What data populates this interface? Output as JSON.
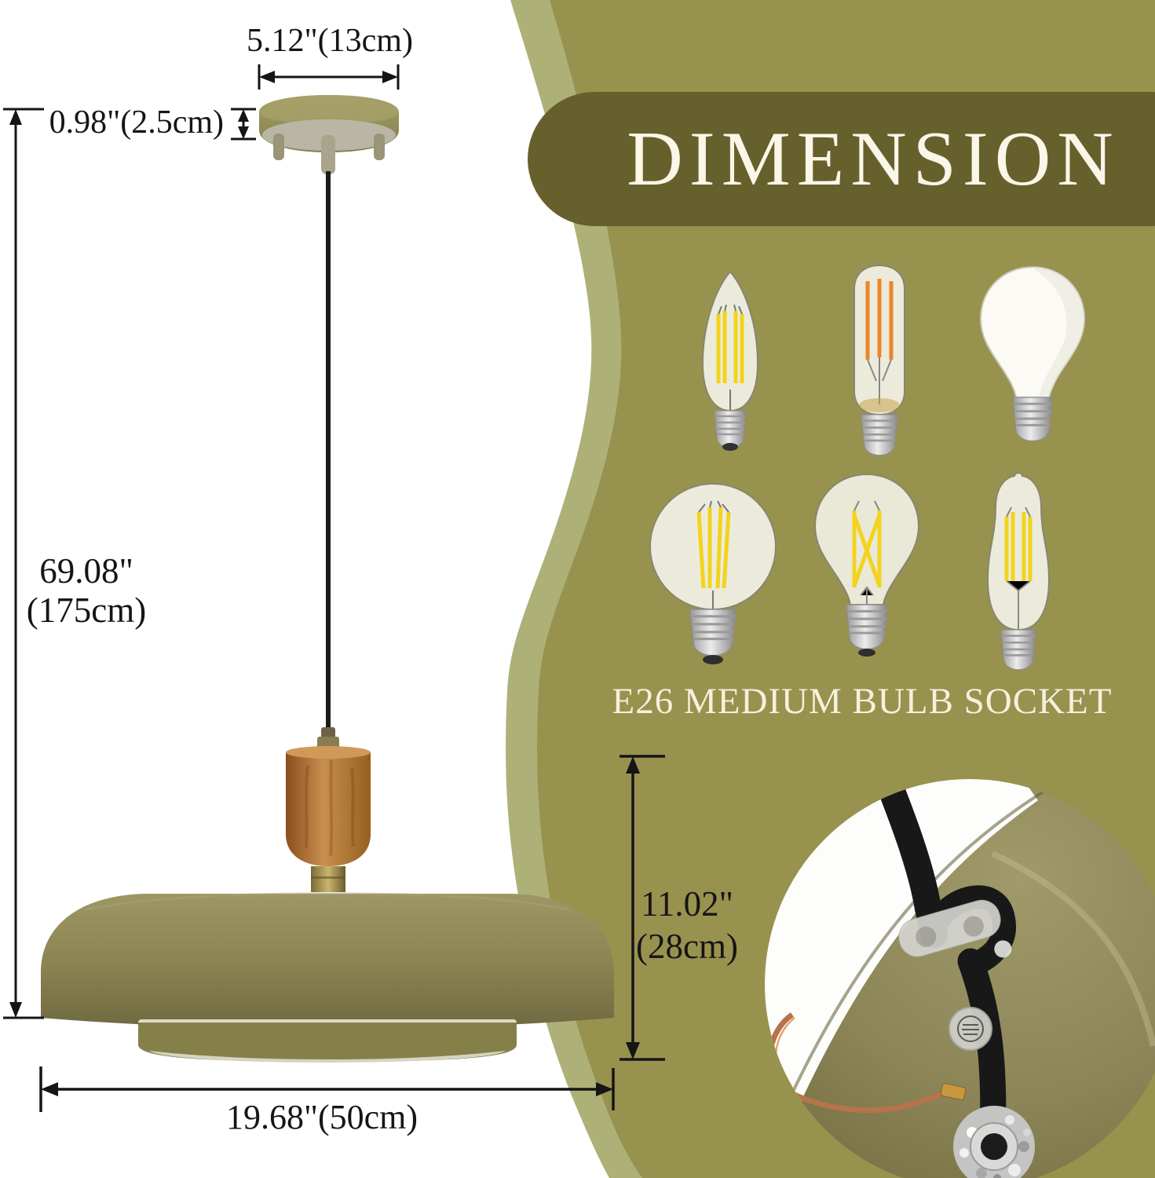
{
  "header": {
    "title": "DIMENSION"
  },
  "socket": {
    "label": "E26 MEDIUM BULB SOCKET"
  },
  "annotations": {
    "canopy_width": "5.12\"(13cm)",
    "canopy_height": "0.98\"(2.5cm)",
    "drop_height_line1": "69.08\"",
    "drop_height_line2": "(175cm)",
    "shade_width": "19.68\"(50cm)",
    "shade_height_line1": "11.02\"",
    "shade_height_line2": "(28cm)"
  },
  "bulbs": [
    {
      "name": "candelabra-filament-bulb"
    },
    {
      "name": "tubular-filament-bulb"
    },
    {
      "name": "frosted-a19-bulb"
    },
    {
      "name": "globe-filament-bulb"
    },
    {
      "name": "a19-filament-bulb"
    },
    {
      "name": "edison-st64-filament-bulb"
    }
  ],
  "colors": {
    "panel_green": "#98924f",
    "panel_stripe": "#aeb177",
    "title_pill": "#66602c",
    "title_text": "#faf6e8",
    "shade_olive": "#8d8753",
    "canopy_olive": "#948e58",
    "wood": "#a96d2f",
    "cord_black": "#1b1b1b",
    "annotation_ink": "#151515",
    "filament_yellow": "#f2d31e",
    "filament_orange": "#e8872b"
  }
}
